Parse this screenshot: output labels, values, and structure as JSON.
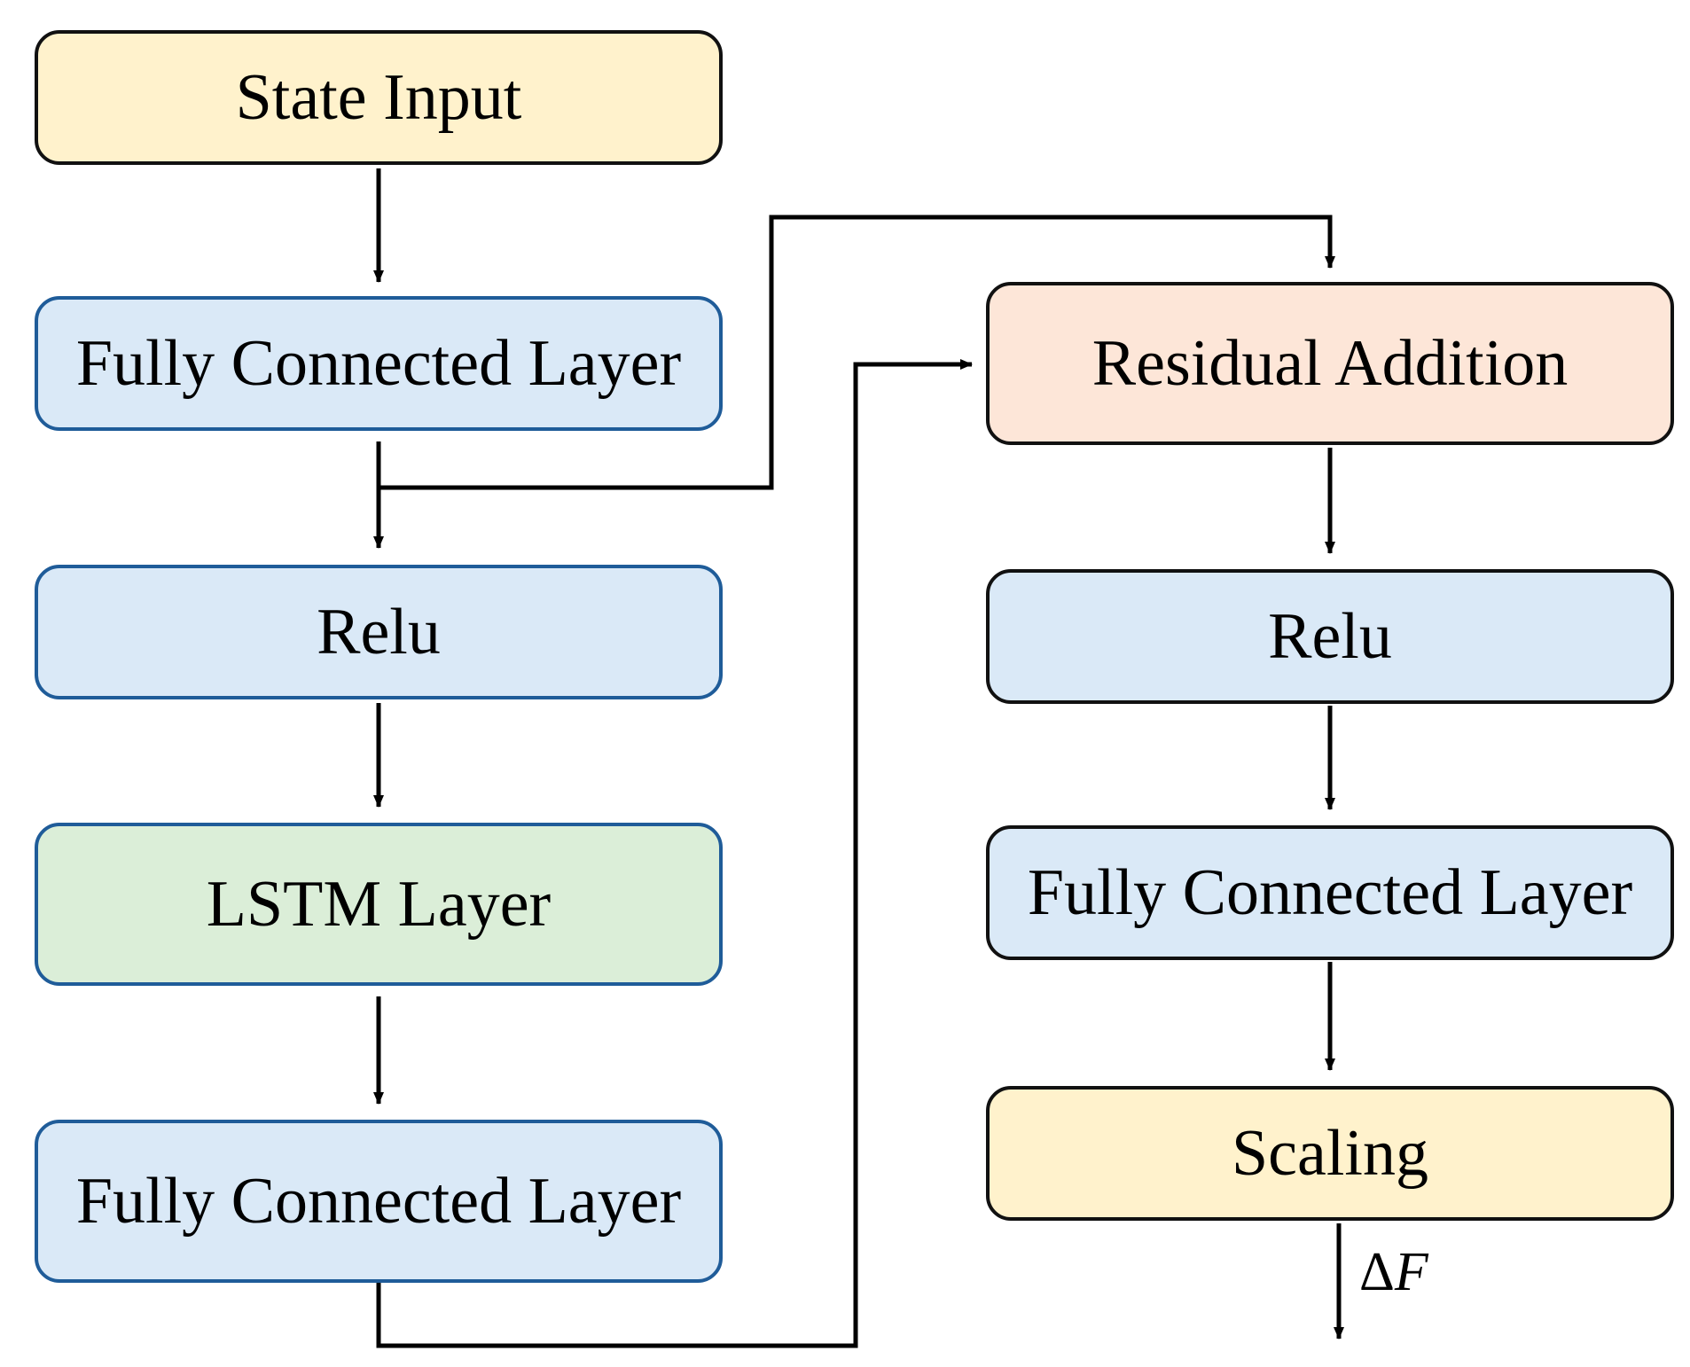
{
  "colors": {
    "input_fill": "#fff2cc",
    "layer_fill": "#dae9f7",
    "lstm_fill": "#dbeed8",
    "residual_fill": "#fde6d8",
    "blue_border": "#1f5c99",
    "black_border": "#111111",
    "edge": "#000000"
  },
  "nodes": {
    "state_input": {
      "label": "State Input"
    },
    "fc_layer_1": {
      "label": "Fully Connected Layer"
    },
    "relu_1": {
      "label": "Relu"
    },
    "lstm_layer": {
      "label": "LSTM Layer"
    },
    "fc_layer_2": {
      "label": "Fully Connected Layer"
    },
    "residual_addition": {
      "label": "Residual Addition"
    },
    "relu_2": {
      "label": "Relu"
    },
    "fc_layer_3": {
      "label": "Fully Connected Layer"
    },
    "scaling": {
      "label": "Scaling"
    }
  },
  "edges": [
    {
      "from": "state_input",
      "to": "fc_layer_1"
    },
    {
      "from": "fc_layer_1",
      "to": "relu_1"
    },
    {
      "from": "fc_layer_1",
      "to": "residual_addition"
    },
    {
      "from": "relu_1",
      "to": "lstm_layer"
    },
    {
      "from": "lstm_layer",
      "to": "fc_layer_2"
    },
    {
      "from": "fc_layer_2",
      "to": "residual_addition"
    },
    {
      "from": "residual_addition",
      "to": "relu_2"
    },
    {
      "from": "relu_2",
      "to": "fc_layer_3"
    },
    {
      "from": "fc_layer_3",
      "to": "scaling"
    },
    {
      "from": "scaling",
      "to": "output"
    }
  ],
  "output": {
    "symbol": "Δ",
    "variable": "F"
  }
}
